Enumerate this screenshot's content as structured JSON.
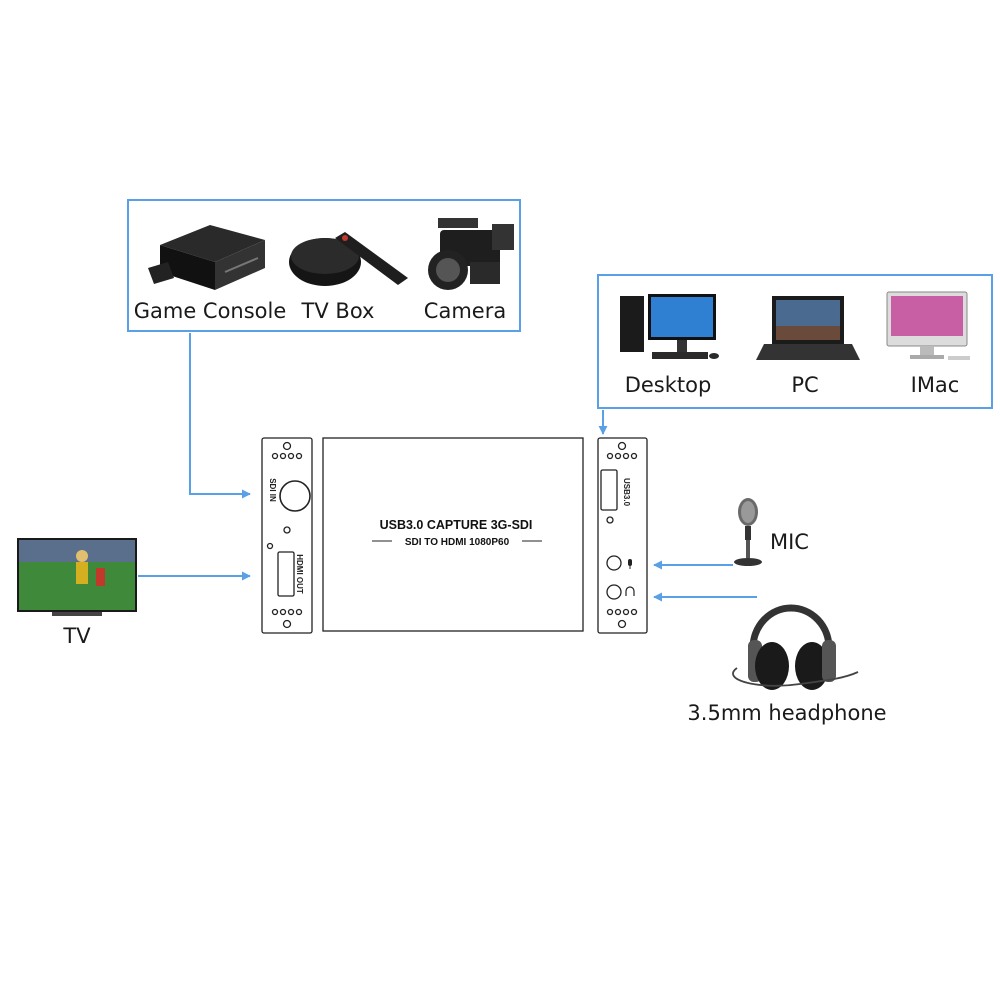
{
  "sources": {
    "game_console": "Game Console",
    "tv_box": "TV Box",
    "camera": "Camera"
  },
  "computers": {
    "desktop": "Desktop",
    "pc": "PC",
    "imac": "IMac"
  },
  "device": {
    "title": "USB3.0 CAPTURE 3G-SDI",
    "subtitle": "SDI TO HDMI 1080P60",
    "left_panel": {
      "sdi_in": "SDI IN",
      "hdmi_out": "HDMI OUT"
    },
    "right_panel": {
      "usb": "USB3.0"
    }
  },
  "tv": "TV",
  "mic": "MIC",
  "headphone": "3.5mm headphone",
  "colors": {
    "arrow": "#5aa0e6",
    "outline": "#222222"
  }
}
